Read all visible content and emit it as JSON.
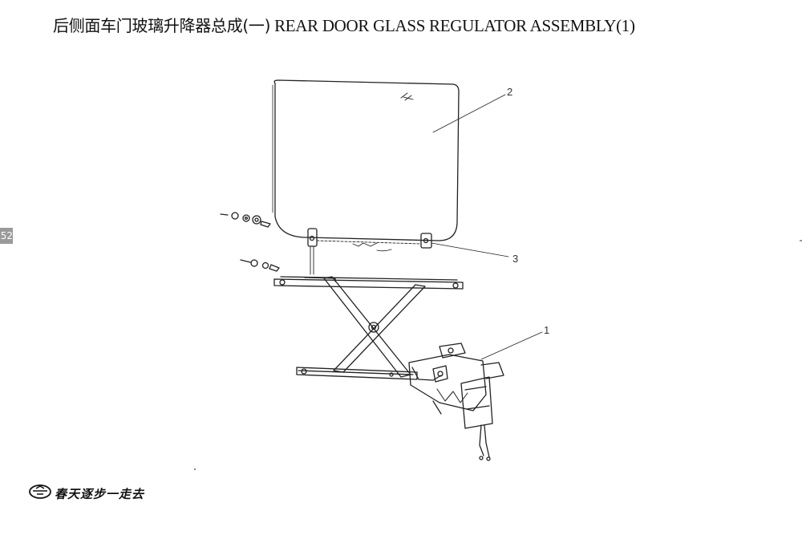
{
  "header": {
    "title_zh": "后侧面车门玻璃升降器总成(一)",
    "title_en": "REAR DOOR GLASS REGULATOR ASSEMBLY(1)"
  },
  "page_tab": "52",
  "callouts": [
    {
      "number": "1",
      "part": "regulator"
    },
    {
      "number": "2",
      "part": "door-glass"
    },
    {
      "number": "3",
      "part": "glass-bracket"
    }
  ],
  "footer": {
    "brand": "春天逐步一走去",
    "logo_icon": "brand-logo-icon"
  }
}
